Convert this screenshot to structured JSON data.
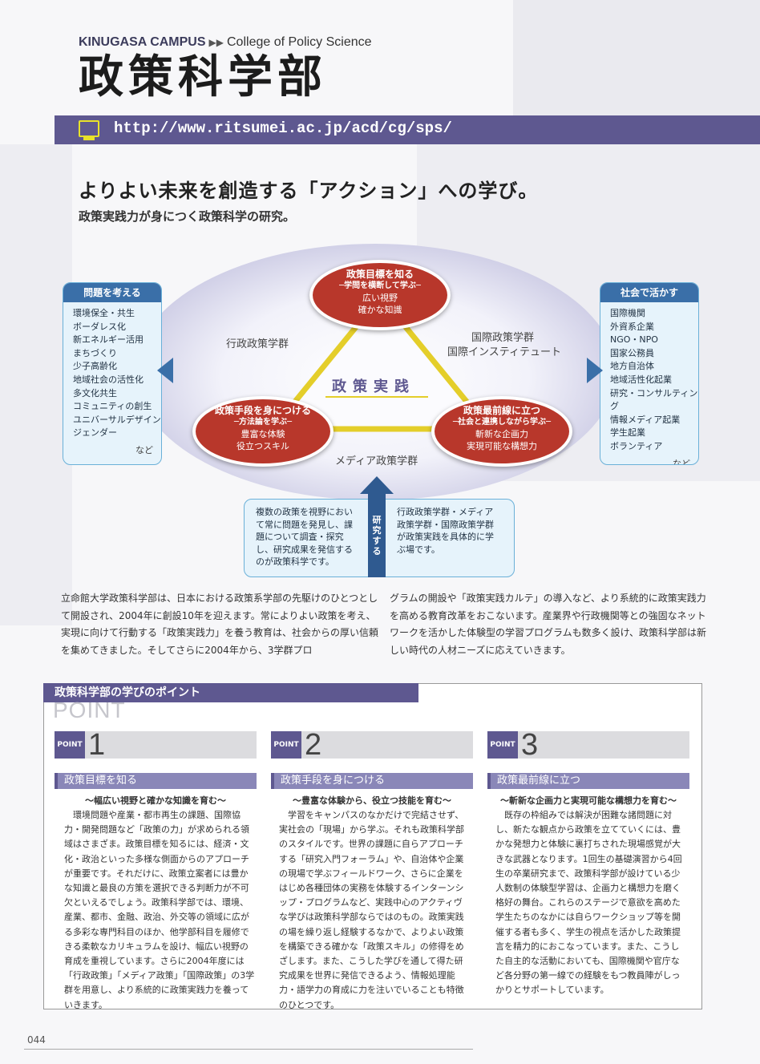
{
  "header": {
    "campus": "KINUGASA CAMPUS",
    "college": "College of Policy Science",
    "department": "政策科学部",
    "url": "http://www.ritsumei.ac.jp/acd/cg/sps/"
  },
  "hero": {
    "headline": "よりよい未来を創造する「アクション」への学び。",
    "subheadline": "政策実践力が身につく政策科学の研究。"
  },
  "diagram": {
    "core": "政策実践",
    "top": {
      "title": "政策目標を知る",
      "sub": "─学問を横断して学ぶ─",
      "lines": [
        "広い視野",
        "確かな知識"
      ]
    },
    "left": {
      "title": "政策手段を身につける",
      "sub": "─方法論を学ぶ─",
      "lines": [
        "豊富な体験",
        "役立つスキル"
      ]
    },
    "right": {
      "title": "政策最前線に立つ",
      "sub": "─社会と連携しながら学ぶ─",
      "lines": [
        "斬新な企画力",
        "実現可能な構想力"
      ]
    },
    "groups": {
      "admin": "行政政策学群",
      "intl1": "国際政策学群",
      "intl2": "国際インスティテュート",
      "media": "メディア政策学群"
    },
    "problems": {
      "title": "問題を考える",
      "items": [
        "環境保全・共生",
        "ボーダレス化",
        "新エネルギー活用",
        "まちづくり",
        "少子高齢化",
        "地域社会の活性化",
        "多文化共生",
        "コミュニティの創生",
        "ユニバーサルデザイン",
        "ジェンダー"
      ],
      "etc": "など"
    },
    "society": {
      "title": "社会で活かす",
      "items": [
        "国際機関",
        "外資系企業",
        "NGO・NPO",
        "国家公務員",
        "地方自治体",
        "地域活性化起業",
        "研究・コンサルティング",
        "情報メディア起業",
        "学生起業",
        "ボランティア"
      ],
      "etc": "など"
    },
    "research": {
      "label": "研究する",
      "left": "複数の政策を視野において常に問題を発見し、課題について調査・探究し、研究成果を発信するのが政策科学です。",
      "right": "行政政策学群・メディア政策学群・国際政策学群が政策実践を具体的に学ぶ場です。"
    }
  },
  "intro": {
    "col1": "立命館大学政策科学部は、日本における政策系学部の先駆けのひとつとして開設され、2004年に創設10年を迎えます。常によりよい政策を考え、実現に向けて行動する「政策実践力」を養う教育は、社会からの厚い信頼を集めてきました。そしてさらに2004年から、3学群プロ",
    "col2": "グラムの開設や「政策実践カルテ」の導入など、より系統的に政策実践力を高める教育改革をおこないます。産業界や行政機関等との強固なネットワークを活かした体験型の学習プログラムも数多く設け、政策科学部は新しい時代の人材ニーズに応えていきます。"
  },
  "points": {
    "section_title": "政策科学部の学びのポイント",
    "big_label": "POINT",
    "badge": "POINT",
    "items": [
      {
        "num": "1",
        "title": "政策目標を知る",
        "subtitle": "〜幅広い視野と確かな知識を育む〜",
        "text": "環境問題や産業・都市再生の課題、国際協力・開発問題など「政策の力」が求められる領域はさまざま。政策目標を知るには、経済・文化・政治といった多様な側面からのアプローチが重要です。それだけに、政策立案者には豊かな知識と最良の方策を選択できる判断力が不可欠といえるでしょう。政策科学部では、環境、産業、都市、金融、政治、外交等の領域に広がる多彩な専門科目のほか、他学部科目を履修できる柔軟なカリキュラムを設け、幅広い視野の育成を重視しています。さらに2004年度には「行政政策」「メディア政策」「国際政策」の3学群を用意し、より系統的に政策実践力を養っていきます。"
      },
      {
        "num": "2",
        "title": "政策手段を身につける",
        "subtitle": "〜豊富な体験から、役立つ技能を育む〜",
        "text": "学習をキャンパスのなかだけで完結させず、実社会の「現場」から学ぶ。それも政策科学部のスタイルです。世界の課題に自らアプローチする「研究入門フォーラム」や、自治体や企業の現場で学ぶフィールドワーク、さらに企業をはじめ各種団体の実務を体験するインターンシップ・プログラムなど、実践中心のアクティヴな学びは政策科学部ならではのもの。政策実践の場を繰り返し経験するなかで、よりよい政策を構築できる確かな「政策スキル」の修得をめざします。また、こうした学びを通して得た研究成果を世界に発信できるよう、情報処理能力・語学力の育成に力を注いでいることも特徴のひとつです。"
      },
      {
        "num": "3",
        "title": "政策最前線に立つ",
        "subtitle": "〜斬新な企画力と実現可能な構想力を育む〜",
        "text": "既存の枠組みでは解決が困難な諸問題に対し、新たな観点から政策を立てていくには、豊かな発想力と体験に裏打ちされた現場感覚が大きな武器となります。1回生の基礎演習から4回生の卒業研究まで、政策科学部が設けている少人数制の体験型学習は、企画力と構想力を磨く格好の舞台。これらのステージで意欲を高めた学生たちのなかには自らワークショップ等を開催する者も多く、学生の視点を活かした政策提言を精力的におこなっています。また、こうした自主的な活動においても、国際機関や官庁など各分野の第一線での経験をもつ教員陣がしっかりとサポートしています。"
      }
    ]
  },
  "footer": {
    "page": "044"
  },
  "colors": {
    "accent": "#5e5890",
    "circle": "#b8372b",
    "boxBlue": "#3a6fa8"
  }
}
